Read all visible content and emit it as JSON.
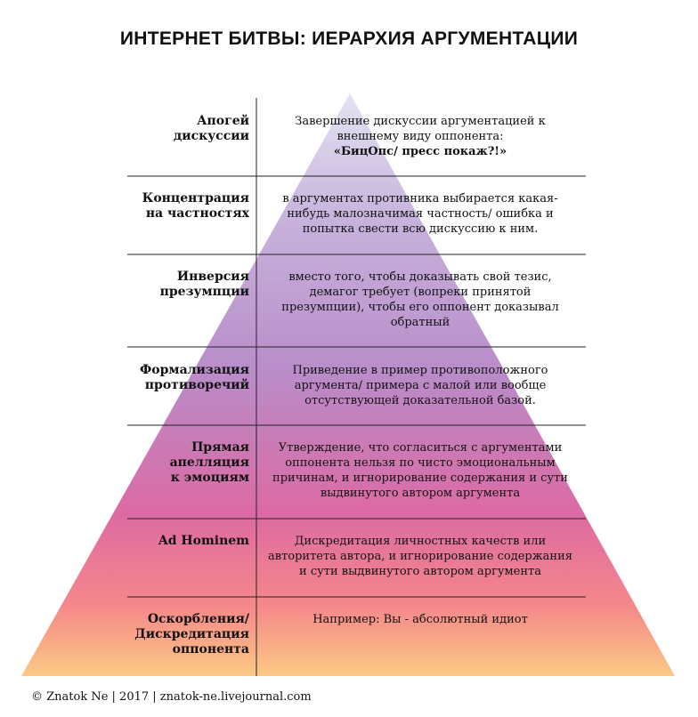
{
  "title": "ИНТЕРНЕТ БИТВЫ: ИЕРАРХИЯ АРГУМЕНТАЦИИ",
  "levels": [
    {
      "label_lines": [
        "Апогей",
        "дискуссии"
      ],
      "desc_lines": [
        "Завершение дискуссии аргументацией к",
        "внешнему виду оппонента:"
      ],
      "desc_strong": "«БицОпс/ пресс покаж?!»"
    },
    {
      "label_lines": [
        "Концентрация",
        "на частностях"
      ],
      "desc_lines": [
        "в аргументах противника выбирается какая-",
        "нибудь  малозначимая  частность/ ошибка  и",
        "попытка свести всю дискуссию к ним."
      ]
    },
    {
      "label_lines": [
        "Инверсия",
        "презумпции"
      ],
      "desc_lines": [
        "вместо того,  чтобы доказывать свой тезис,",
        "демагог требует (вопреки  принятой",
        "презумпции),  чтобы  его  оппонент доказывал",
        "обратный"
      ]
    },
    {
      "label_lines": [
        "Формализация",
        "противоречий"
      ],
      "desc_lines": [
        "Приведение в пример противоположного",
        "аргумента/ примера с малой или вообще",
        "отсутствующей доказательной базой."
      ]
    },
    {
      "label_lines": [
        "Прямая",
        "апелляция",
        "к эмоциям"
      ],
      "desc_lines": [
        "Утверждение, что согласиться с аргументами",
        "оппонента нельзя по чисто эмоциональным",
        "причинам, и игнорирование содержания и сути",
        "выдвинутого автором аргумента"
      ]
    },
    {
      "label_lines": [
        "Ad Hominem"
      ],
      "desc_lines": [
        "Дискредитация личностных качеств или",
        "авторитета автора, и игнорирование содержания",
        "и сути выдвинутого автором аргумента"
      ]
    },
    {
      "label_lines": [
        "Оскорбления/",
        "Дискредитация",
        "оппонента"
      ],
      "desc_lines": [
        "Например: Вы - абсолютный идиот"
      ]
    }
  ],
  "footer": "© Znatok Ne | 2017 | znatok-ne.livejournal.com",
  "colors": {
    "gradient_top": "#e3e4f3",
    "gradient_upper": "#c7b2dc",
    "gradient_mid": "#b98cc9",
    "gradient_lower": "#dc6aa3",
    "gradient_low": "#f5888a",
    "gradient_bottom": "#fbc984",
    "lines": "#222222"
  }
}
